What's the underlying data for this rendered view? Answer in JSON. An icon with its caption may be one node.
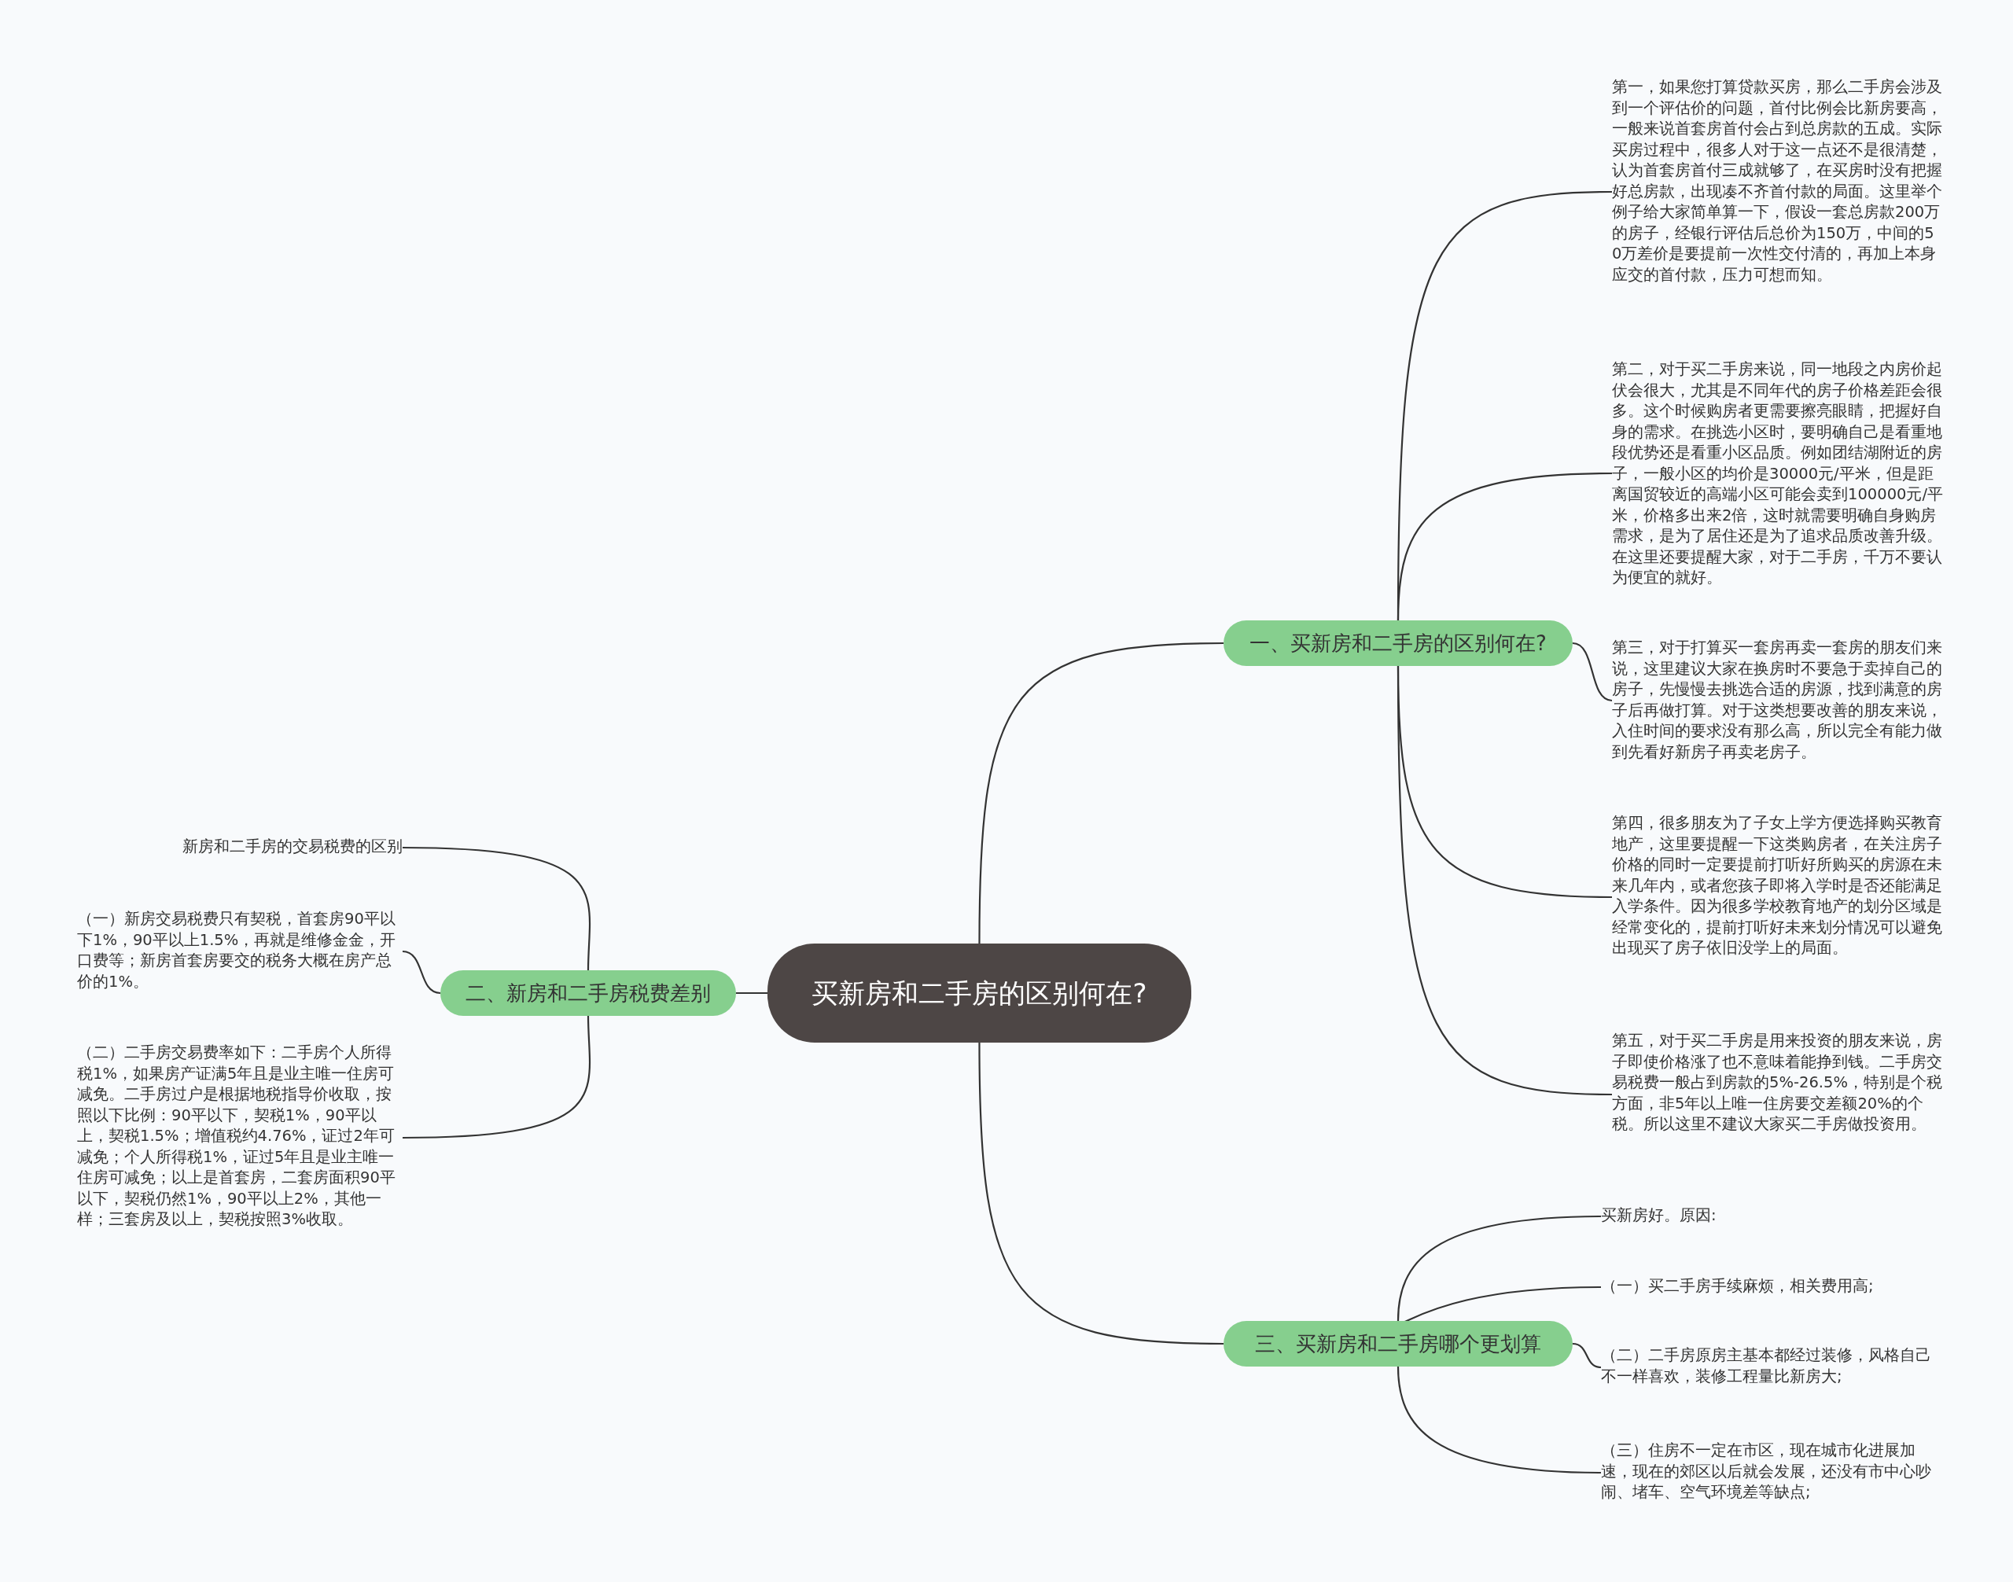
{
  "diagram": {
    "nodes": [
      {
        "text": [
          "买新房和二手房的区别何在?"
        ]
      },
      {
        "text": [
          "一、买新房和二手房的区别何在?"
        ]
      },
      {
        "text": [
          "第一，如果您打算贷款买房，那么二手房会涉及到一个评估价的问题，首付比例会比新房要高，一般来说首套房首付会占到总房款的五成。实际买房过程中，很多人对于这一点还不是很清楚，认为首套房首付三成就够了，在买房时没有把握好总房款，出现凑不齐首付款的局面。这里举个例子给大家简单算一下，假设一套总房款200万的房子，经银行评估后总价为150万，中间的50万差价是要提前一次性交付清的，再加上本身应交的首付款，压力可想而知。"
        ]
      },
      {
        "text": [
          "第二，对于买二手房来说，同一地段之内房价起伏会很大，尤其是不同年代的房子价格差距会很多。这个时候购房者更需要擦亮眼睛，把握好自身的需求。在挑选小区时，要明确自己是看重地段优势还是看重小区品质。例如团结湖附近的房子，一般小区的均价是30000元/平米，但是距离国贸较近的高端小区可能会卖到100000元/平米，价格多出来2倍，这时就需要明确自身购房需求，是为了居住还是为了追求品质改善升级。在这里还要提醒大家，对于二手房，千万不要认为便宜的就好。"
        ]
      },
      {
        "text": [
          "第三，对于打算买一套房再卖一套房的朋友们来说，这里建议大家在换房时不要急于卖掉自己的房子，先慢慢去挑选合适的房源，找到满意的房子后再做打算。对于这类想要改善的朋友来说，入住时间的要求没有那么高，所以完全有能力做到先看好新房子再卖老房子。"
        ]
      },
      {
        "text": [
          "第四，很多朋友为了子女上学方便选择购买教育地产，这里要提醒一下这类购房者，在关注房子价格的同时一定要提前打听好所购买的房源在未来几年内，或者您孩子即将入学时是否还能满足入学条件。因为很多学校教育地产的划分区域是经常变化的，提前打听好未来划分情况可以避免出现买了房子依旧没学上的局面。"
        ]
      },
      {
        "text": [
          "第五，对于买二手房是用来投资的朋友来说，房子即使价格涨了也不意味着能挣到钱。二手房交易税费一般占到房款的5%-26.5%，特别是个税方面，非5年以上唯一住房要交差额20%的个税。所以这里不建议大家买二手房做投资用。"
        ]
      },
      {
        "text": [
          "二、新房和二手房税费差别"
        ]
      },
      {
        "text": [
          "新房和二手房的交易税费的区别"
        ]
      },
      {
        "text": [
          "（一）新房交易税费只有契税，首套房90平以下1%，90平以上1.5%，再就是维修金金，开口费等；新房首套房要交的税务大概在房产总价的1%。"
        ]
      },
      {
        "text": [
          "（二）二手房交易费率如下：二手房个人所得税1%，如果房产证满5年且是业主唯一住房可减免。二手房过户是根据地税指导价收取，按照以下比例：90平以下，契税1%，90平以上，契税1.5%；增值税约4.76%，证过2年可减免；个人所得税1%，证过5年且是业主唯一住房可减免；以上是首套房，二套房面积90平以下，契税仍然1%，90平以上2%，其他一样；三套房及以上，契税按照3%收取。"
        ]
      },
      {
        "text": [
          "三、买新房和二手房哪个更划算"
        ]
      },
      {
        "text": [
          "买新房好。原因:"
        ]
      },
      {
        "text": [
          "（一）买二手房手续麻烦，相关费用高;"
        ]
      },
      {
        "text": [
          "（二）二手房原房主基本都经过装修，风格自己不一样喜欢，装修工程量比新房大;"
        ]
      },
      {
        "text": [
          "（三）住房不一定在市区，现在城市化进展加速，现在的郊区以后就会发展，还没有市中心吵闹、堵车、空气环境差等缺点;"
        ]
      }
    ],
    "edges": [
      {
        "from": 0,
        "to": 1,
        "arrow": "none"
      },
      {
        "from": 1,
        "to": 2,
        "arrow": "none"
      },
      {
        "from": 1,
        "to": 3,
        "arrow": "none"
      },
      {
        "from": 1,
        "to": 4,
        "arrow": "none"
      },
      {
        "from": 1,
        "to": 5,
        "arrow": "none"
      },
      {
        "from": 1,
        "to": 6,
        "arrow": "none"
      },
      {
        "from": 0,
        "to": 7,
        "arrow": "none"
      },
      {
        "from": 7,
        "to": 8,
        "arrow": "none"
      },
      {
        "from": 7,
        "to": 9,
        "arrow": "none"
      },
      {
        "from": 7,
        "to": 10,
        "arrow": "none"
      },
      {
        "from": 0,
        "to": 11,
        "arrow": "none"
      },
      {
        "from": 11,
        "to": 12,
        "arrow": "none"
      },
      {
        "from": 11,
        "to": 13,
        "arrow": "none"
      },
      {
        "from": 11,
        "to": 14,
        "arrow": "none"
      },
      {
        "from": 11,
        "to": 15,
        "arrow": "none"
      }
    ]
  }
}
